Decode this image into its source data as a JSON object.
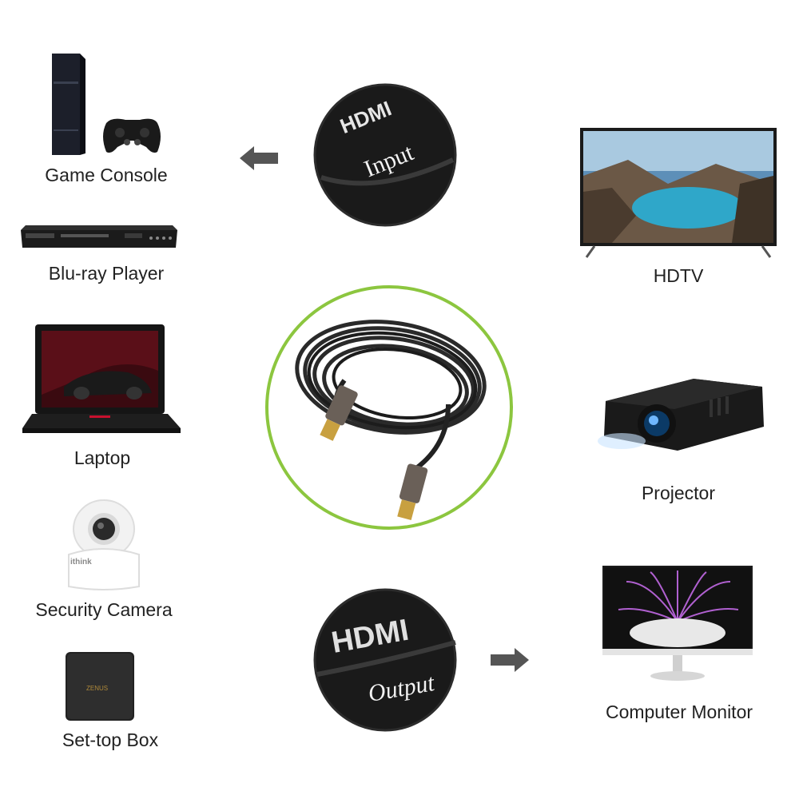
{
  "devices_left": [
    {
      "name": "game-console",
      "label": "Game Console"
    },
    {
      "name": "blu-ray-player",
      "label": "Blu-ray Player"
    },
    {
      "name": "laptop",
      "label": "Laptop"
    },
    {
      "name": "security-camera",
      "label": "Security Camera"
    },
    {
      "name": "set-top-box",
      "label": "Set-top Box"
    }
  ],
  "devices_right": [
    {
      "name": "hdtv",
      "label": "HDTV"
    },
    {
      "name": "projector",
      "label": "Projector"
    },
    {
      "name": "computer-monitor",
      "label": "Computer Monitor"
    }
  ],
  "input_badge": {
    "logo": "HDMI",
    "text": "Input"
  },
  "output_badge": {
    "logo": "HDMI",
    "text": "Output"
  },
  "brand_text": {
    "camera": "ithink",
    "settop": "ZENUS"
  },
  "colors": {
    "ring": "#8cc63f",
    "arrow": "#555555",
    "badge": "#1a1a1a"
  }
}
